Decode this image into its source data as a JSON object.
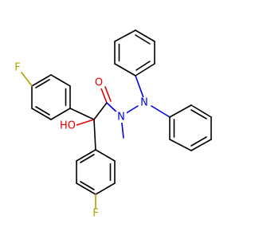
{
  "molecule": {
    "atoms": {
      "f_top": {
        "symbol": "F",
        "color": "#b0a000"
      },
      "f_bottom": {
        "symbol": "F",
        "color": "#b0a000"
      },
      "o_carbonyl": {
        "symbol": "O",
        "color": "#e60000"
      },
      "o_hydroxyl": {
        "symbol": "HO",
        "color": "#e60000"
      },
      "n_amide": {
        "symbol": "N",
        "color": "#0000e6"
      },
      "n_hydrazine": {
        "symbol": "N",
        "color": "#0000e6"
      }
    }
  }
}
